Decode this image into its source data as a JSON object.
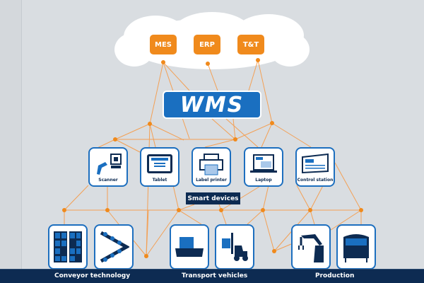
{
  "cloud": {
    "systems": [
      {
        "label": "MES"
      },
      {
        "label": "ERP"
      },
      {
        "label": "T&T"
      }
    ]
  },
  "core": {
    "label": "WMS"
  },
  "smart_devices": {
    "title": "Smart devices",
    "items": [
      {
        "label": "Scanner"
      },
      {
        "label": "Tablet"
      },
      {
        "label": "Label printer"
      },
      {
        "label": "Laptop"
      },
      {
        "label": "Control station"
      }
    ]
  },
  "categories": [
    {
      "label": "Conveyor technology"
    },
    {
      "label": "Transport vehicles"
    },
    {
      "label": "Production"
    }
  ],
  "colors": {
    "accent": "#f08a1c",
    "blue": "#1a6fc0",
    "navy": "#0d2b52",
    "background": "#d9dde1"
  }
}
